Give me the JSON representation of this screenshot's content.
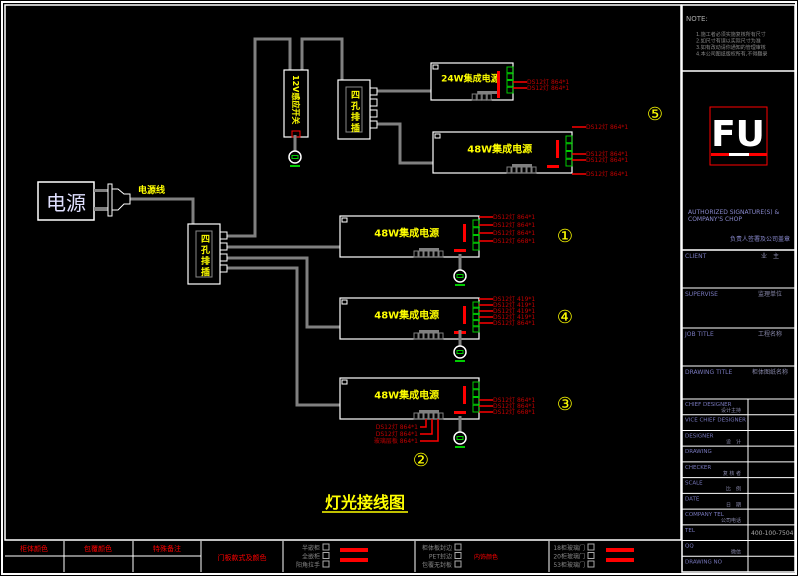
{
  "title": "灯光接线图",
  "power_source": "电源",
  "power_cable": "电源线",
  "switch_module": "12V感应开关",
  "strip_label": "四孔排插",
  "colors": {
    "wire": "#808080",
    "label": "#ffff00",
    "lamp_text": "#c00000",
    "green": "#00cc00",
    "red": "#ff0000",
    "frame": "#ffffff"
  },
  "modules": [
    {
      "id": "m24",
      "name": "24W集成电源",
      "tag": "",
      "lamps": [
        "DS12灯 864*1",
        "DS12灯 864*1"
      ]
    },
    {
      "id": "m48a",
      "name": "48W集成电源",
      "tag": "⑤",
      "lamps": [
        "DS12灯 864*1",
        "DS12灯 864*1",
        "DS12灯 864*1",
        "DS12灯 864*1"
      ]
    },
    {
      "id": "m48b",
      "name": "48W集成电源",
      "tag": "①",
      "lamps": [
        "DS12灯 864*1",
        "DS12灯 864*1",
        "DS12灯 864*1",
        "DS12灯 668*1"
      ]
    },
    {
      "id": "m48c",
      "name": "48W集成电源",
      "tag": "④",
      "lamps": [
        "DS12灯 419*1",
        "DS12灯 419*1",
        "DS12灯 419*1",
        "DS12灯 419*1",
        "DS12灯 864*1"
      ]
    },
    {
      "id": "m48d",
      "name": "48W集成电源",
      "tag": "③",
      "lamps": [
        "DS12灯 864*1",
        "DS12灯 864*1",
        "DS12灯 668*1"
      ],
      "bottom_lamps": [
        "DS12灯 864*1",
        "DS12灯 864*1",
        "玻璃层板 864*1"
      ],
      "bottom_tag": "②"
    }
  ],
  "sidebar": {
    "note_title": "NOTE:",
    "notes": [
      "1.施工者必须实施复核所有尺寸",
      "2.如尺寸有误以实际尺寸为准",
      "3.如有改动请你通知的管理审核",
      "4.本公司图纸版权所有,不得翻录"
    ],
    "logo": "FU",
    "signature_en": [
      "AUTHORIZED SIGNATURE(S) &",
      "COMPANY'S CHOP"
    ],
    "signature_cn": "负责人签署及公司盖章",
    "big_rows": [
      {
        "en": "CLIENT",
        "cn": "业　主"
      },
      {
        "en": "SUPERVISE",
        "cn": "监理单位"
      },
      {
        "en": "JOB TITLE",
        "cn": "工程名称"
      },
      {
        "en": "DRAWING TITLE",
        "cn": "柜体图纸名称"
      }
    ],
    "rows": [
      {
        "en": "CHIEF DESIGNER",
        "cn": "设计主持",
        "value": ""
      },
      {
        "en": "VICE CHIEF DESIGNER",
        "cn": "",
        "value": ""
      },
      {
        "en": "DESIGNER",
        "cn": "设　计",
        "value": ""
      },
      {
        "en": "DRAWING",
        "cn": "",
        "value": ""
      },
      {
        "en": "CHECKER",
        "cn": "复 核 者",
        "value": ""
      },
      {
        "en": "SCALE",
        "cn": "比　例",
        "value": ""
      },
      {
        "en": "DATE",
        "cn": "日　期",
        "value": ""
      },
      {
        "en": "COMPANY TEL",
        "cn": "公司电话",
        "value": ""
      },
      {
        "en": "TEL",
        "cn": "",
        "value": "400-100-7504"
      },
      {
        "en": "QQ",
        "cn": "微信",
        "value": ""
      },
      {
        "en": "DRAWING NO",
        "cn": "",
        "value": ""
      }
    ]
  },
  "bottom": {
    "headers": [
      "柜体颜色",
      "包覆颜色",
      "特殊备注"
    ],
    "door": "门板款式及颜色",
    "group1": [
      "半嵌柜",
      "全嵌柜",
      "阳角拉手"
    ],
    "group2": [
      "柜体板封边",
      "PET封边",
      "包覆无封板"
    ],
    "group2_note": "内饰颜色",
    "group3": [
      "18柜玻璃门",
      "20柜玻璃门",
      "53柜玻璃门"
    ]
  }
}
